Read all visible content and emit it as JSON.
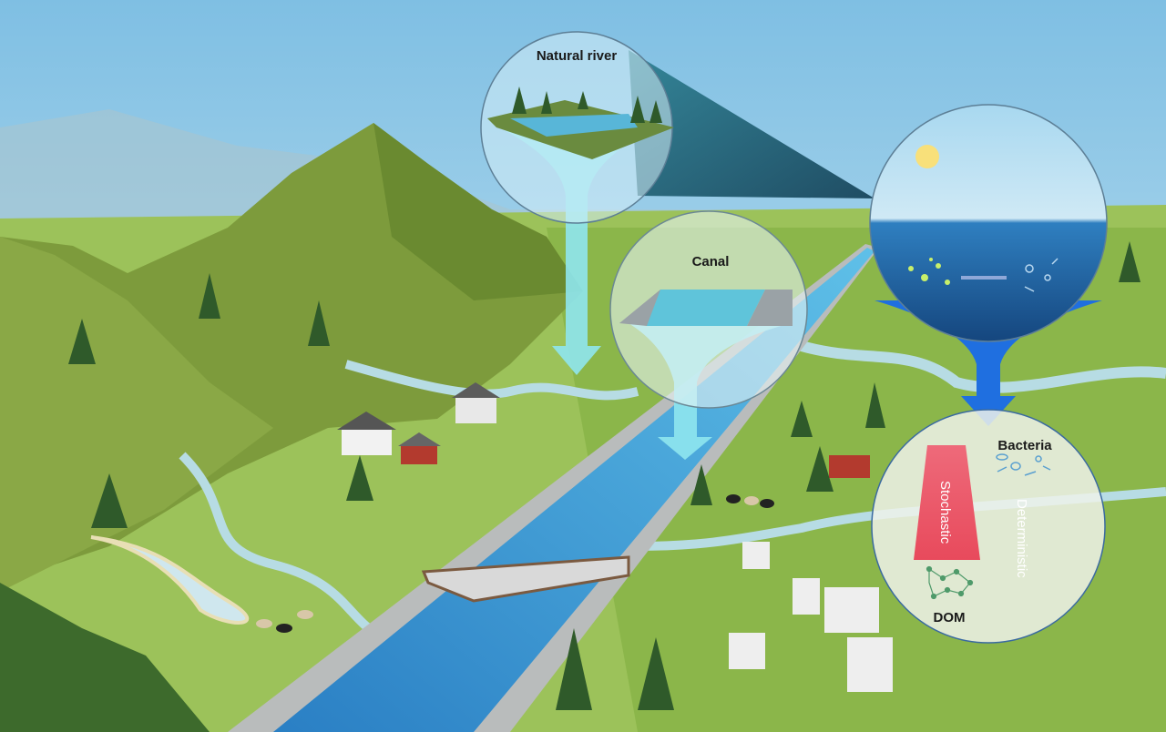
{
  "labels": {
    "natural_river": "Natural river",
    "canal": "Canal",
    "bacteria": "Bacteria",
    "stochastic": "Stochastic",
    "deterministic": "Deterministic",
    "dom": "DOM"
  },
  "colors": {
    "sky": "#9fd0ea",
    "grass": "#8fb84a",
    "mountain": "#7d9b3c",
    "canal_water": "#3e9ed8",
    "flow_arrow": "#8fe6ee",
    "blue_arrow": "#1f6fe0",
    "stochastic_bar": "#ee5a6b",
    "teal_beam": "#1e5f73"
  }
}
